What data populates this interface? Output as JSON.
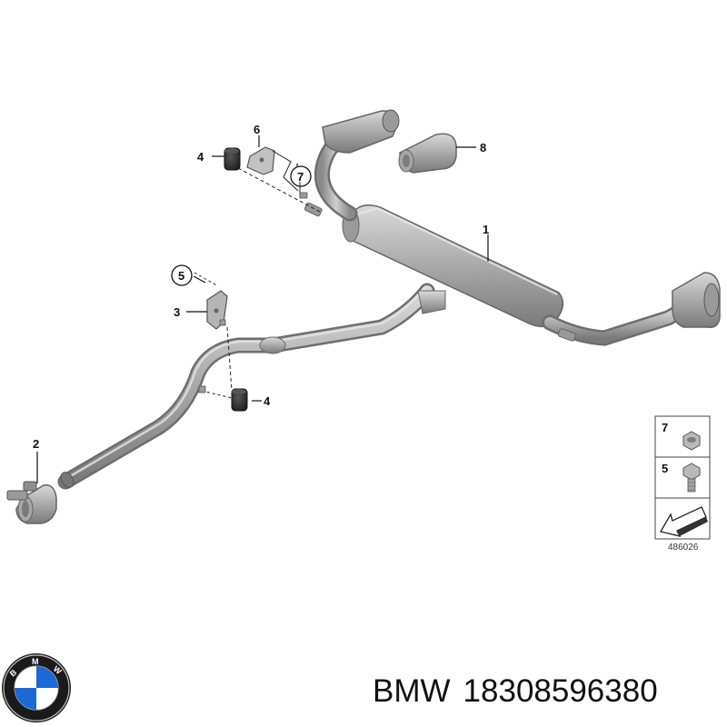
{
  "diagram": {
    "callouts": [
      {
        "id": "c1",
        "text": "1"
      },
      {
        "id": "c2",
        "text": "2"
      },
      {
        "id": "c3",
        "text": "3"
      },
      {
        "id": "c4a",
        "text": "4"
      },
      {
        "id": "c4b",
        "text": "4"
      },
      {
        "id": "c5",
        "text": "5"
      },
      {
        "id": "c6",
        "text": "6"
      },
      {
        "id": "c7",
        "text": "7"
      },
      {
        "id": "c8",
        "text": "8"
      }
    ],
    "legend": {
      "rows": [
        {
          "number": "7",
          "icon": "hex-nut-icon"
        },
        {
          "number": "5",
          "icon": "hex-bolt-icon"
        }
      ],
      "arrow_icon": "direction-arrow-icon",
      "reference": "486026"
    }
  },
  "brand": {
    "name": "BMW",
    "part_number": "18308596380",
    "logo_icon": "bmw-roundel-icon",
    "logo_letters": "BMW"
  },
  "colors": {
    "metal_dark": "#8c8c8c",
    "metal_mid": "#b0b0b0",
    "metal_light": "#d4d4d4",
    "rubber": "#2b2b2b",
    "bmw_blue": "#1c69d4"
  }
}
